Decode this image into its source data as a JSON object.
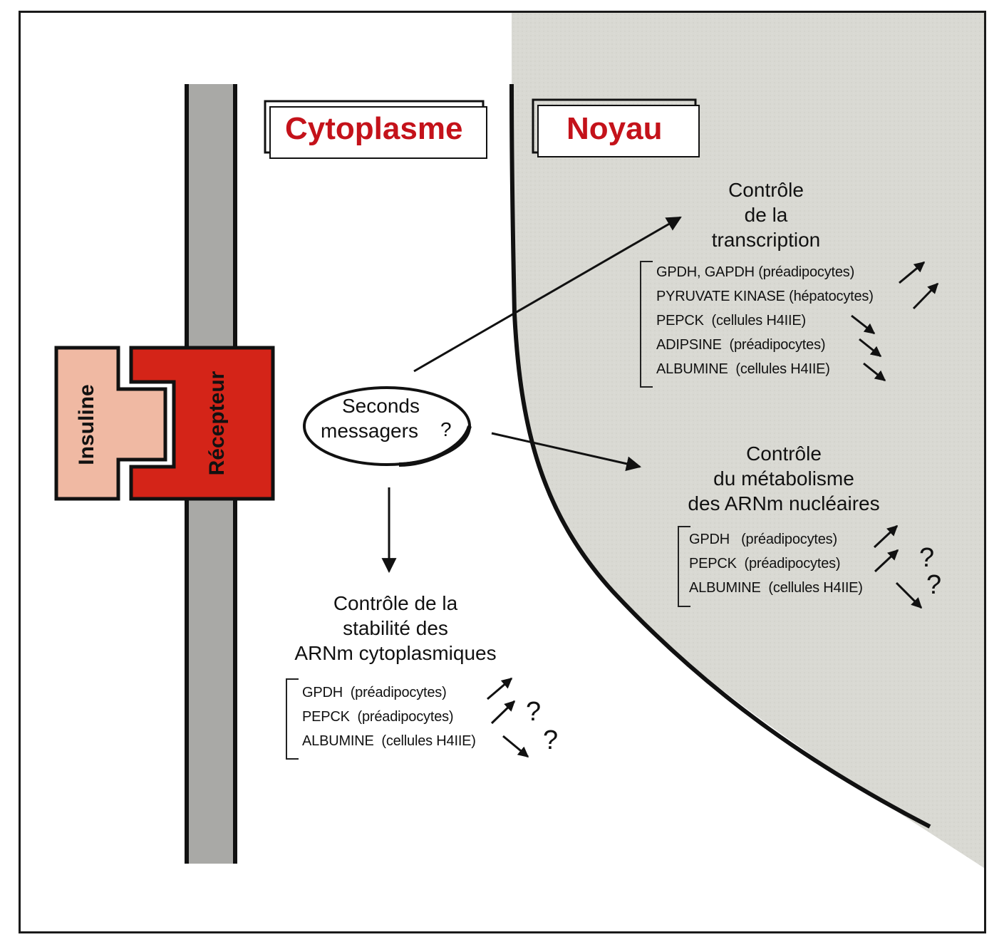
{
  "regions": {
    "cytoplasm": "Cytoplasme",
    "nucleus": "Noyau"
  },
  "molecules": {
    "ligand": "Insuline",
    "receptor": "Récepteur"
  },
  "second_messengers": {
    "line1": "Seconds",
    "line2": "messagers",
    "question": "?"
  },
  "transcription": {
    "title_lines": [
      "Contrôle",
      "de la",
      "transcription"
    ],
    "genes": [
      {
        "name": "GPDH, GAPDH",
        "cell": "(préadipocytes)",
        "effect": "up"
      },
      {
        "name": "PYRUVATE KINASE",
        "cell": "(hépatocytes)",
        "effect": "up"
      },
      {
        "name": "PEPCK",
        "cell": "(cellules H4IIE)",
        "effect": "down"
      },
      {
        "name": "ADIPSINE",
        "cell": "(préadipocytes)",
        "effect": "down"
      },
      {
        "name": "ALBUMINE",
        "cell": "(cellules H4IIE)",
        "effect": "down"
      }
    ]
  },
  "nuclear_mrna": {
    "title_lines": [
      "Contrôle",
      "du métabolisme",
      "des ARNm nucléaires"
    ],
    "genes": [
      {
        "name": "GPDH",
        "cell": "(préadipocytes)",
        "effect": "up"
      },
      {
        "name": "PEPCK",
        "cell": "(préadipocytes)",
        "effect": "up"
      },
      {
        "name": "ALBUMINE",
        "cell": "(cellules H4IIE)",
        "effect": "down"
      }
    ],
    "questions": [
      "?",
      "?"
    ]
  },
  "cytoplasmic_mrna": {
    "title_lines": [
      "Contrôle de la",
      "stabilité des",
      "ARNm cytoplasmiques"
    ],
    "genes": [
      {
        "name": "GPDH",
        "cell": "(préadipocytes)",
        "effect": "up"
      },
      {
        "name": "PEPCK",
        "cell": "(préadipocytes)",
        "effect": "up"
      },
      {
        "name": "ALBUMINE",
        "cell": "(cellules H4IIE)",
        "effect": "down"
      }
    ],
    "questions": [
      "?",
      "?"
    ]
  },
  "colors": {
    "receptor": "#d42418",
    "insulin": "#f0b9a3",
    "membrane": "#a9a9a6",
    "nucleus": "#d8d8d2",
    "title_red": "#c4121a"
  }
}
